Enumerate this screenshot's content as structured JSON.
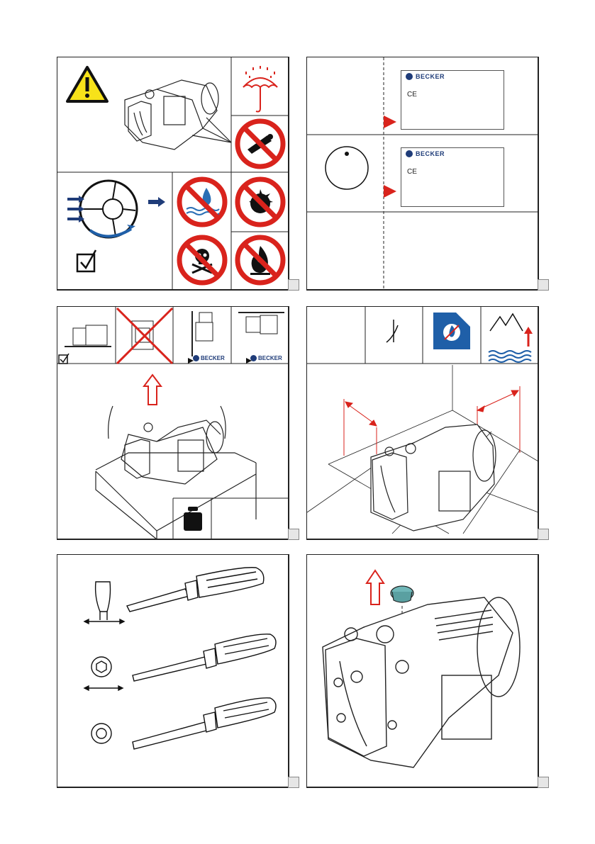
{
  "brand": {
    "name": "BECKER"
  },
  "ce_mark": "CE",
  "colors": {
    "red": "#d9231c",
    "blue": "#1f3c79",
    "warning_yellow": "#f7e21a",
    "accent_teal": "#6fb7b8"
  },
  "panels": [
    {
      "id": "p1",
      "icons": [
        "warning-triangle",
        "keep-dry-umbrella",
        "no-cutting",
        "no-water",
        "no-explosive",
        "no-toxic",
        "no-fire",
        "checkbox"
      ]
    },
    {
      "id": "p2",
      "labels": [
        {
          "brand": "BECKER",
          "ce": "CE"
        },
        {
          "brand": "BECKER",
          "ce": "CE"
        }
      ]
    },
    {
      "id": "p3",
      "icons": [
        "lift-arrow",
        "weight-icon"
      ],
      "tags": [
        "BECKER",
        "BECKER"
      ]
    },
    {
      "id": "p4",
      "icons": [
        "temperature",
        "no-gas",
        "altitude"
      ]
    },
    {
      "id": "p5",
      "icons": [
        "flat-screwdriver",
        "hex-key",
        "torx-key"
      ]
    },
    {
      "id": "p6",
      "icons": [
        "remove-plug-arrow",
        "plug-cap"
      ]
    }
  ]
}
